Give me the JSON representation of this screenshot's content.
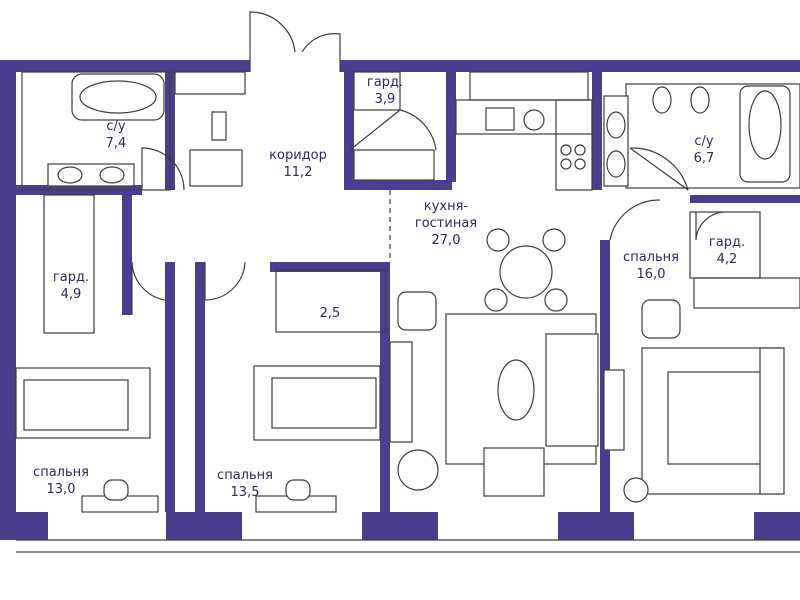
{
  "colors": {
    "wall": "#4a3f8f",
    "line": "#3d3d3d",
    "furniture_fill": "#ffffff",
    "text": "#2e2a57"
  },
  "rooms": {
    "bath1": {
      "name": "с/у",
      "area": "7,4"
    },
    "corridor": {
      "name": "коридор",
      "area": "11,2"
    },
    "closet_top": {
      "name": "гард.",
      "area": "3,9"
    },
    "bath2": {
      "name": "с/у",
      "area": "6,7"
    },
    "kitchen_living": {
      "name": "кухня-",
      "name2": "гостиная",
      "area": "27,0"
    },
    "closet_left": {
      "name": "гард.",
      "area": "4,9"
    },
    "storage": {
      "area": "2,5"
    },
    "bedroom_right": {
      "name": "спальня",
      "area": "16,0"
    },
    "closet_right": {
      "name": "гард.",
      "area": "4,2"
    },
    "bedroom_left": {
      "name": "спальня",
      "area": "13,0"
    },
    "bedroom_mid": {
      "name": "спальня",
      "area": "13,5"
    }
  }
}
